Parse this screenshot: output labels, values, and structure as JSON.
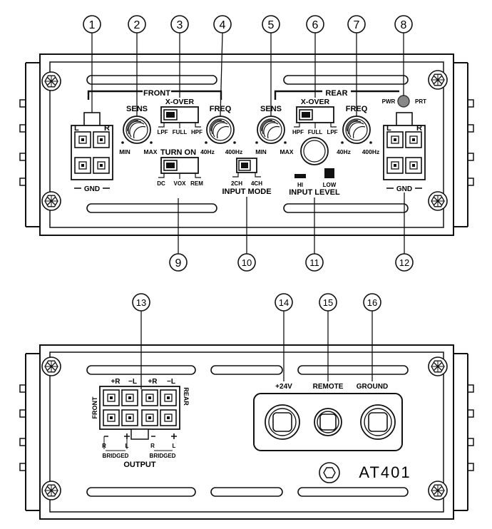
{
  "callouts": [
    "1",
    "2",
    "3",
    "4",
    "5",
    "6",
    "7",
    "8",
    "9",
    "10",
    "11",
    "12",
    "13",
    "14",
    "15",
    "16"
  ],
  "front_panel": {
    "front_label": "FRONT",
    "rear_label": "REAR",
    "sens": "SENS",
    "min": "MIN",
    "max": "MAX",
    "xover": "X-OVER",
    "front_xover_opts": [
      "LPF",
      "FULL",
      "HPF"
    ],
    "rear_xover_opts": [
      "HPF",
      "FULL",
      "LPF"
    ],
    "freq": "FREQ",
    "freq_min": "40Hz",
    "freq_max": "400Hz",
    "l": "L",
    "r": "R",
    "gnd": "GND",
    "pwr": "PWR",
    "prt": "PRT",
    "turn_on": "TURN ON",
    "turn_on_opts": [
      "DC",
      "VOX",
      "REM"
    ],
    "input_mode": "INPUT MODE",
    "input_mode_opts": [
      "2CH",
      "4CH"
    ],
    "input_level": "INPUT LEVEL",
    "input_level_opts": [
      "HI",
      "LOW"
    ]
  },
  "rear_panel": {
    "front_side": "FRONT",
    "rear_side": "REAR",
    "top_pins": [
      "+R",
      "−L",
      "+R",
      "−L"
    ],
    "bot_left": [
      "R",
      "L"
    ],
    "bot_right": [
      "R",
      "L"
    ],
    "bridged": "BRIDGED",
    "output": "OUTPUT",
    "plus24": "+24V",
    "remote": "REMOTE",
    "ground": "GROUND",
    "model": "AT401"
  }
}
